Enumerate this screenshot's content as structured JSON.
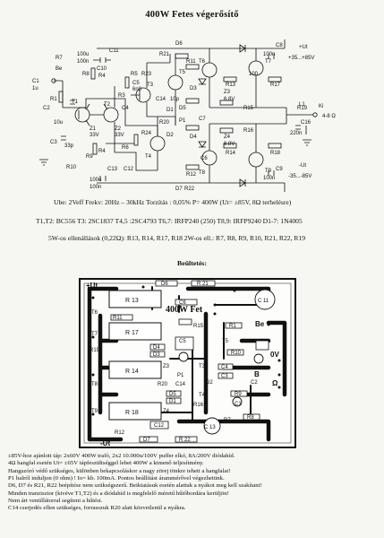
{
  "header": {
    "title": "400W Fetes végerősítő"
  },
  "schematic": {
    "labels": {
      "be": "Be",
      "c1": "C1",
      "c1v": "1u",
      "c2": "C2",
      "c2v": "10u",
      "r1": "R1",
      "c3": "C3",
      "c3v": "33p",
      "t1": "T1",
      "t2": "T2",
      "z1": "Z1",
      "z1v": "33V",
      "z2": "Z2",
      "z2v": "33V",
      "r4": "R4",
      "r4b": "R4",
      "r3": "R3",
      "r5": "R5",
      "r6": "R6",
      "c4": "C4",
      "c5": "C5",
      "c5v": "6n8",
      "c11": "C11",
      "c11v": "100u",
      "c10": "C10",
      "c10v": "100n",
      "c12": "C12",
      "c13": "C13",
      "c13v": "100n",
      "c12v": "100u",
      "t3": "T3",
      "t4": "T4",
      "t5": "T5",
      "t6": "T6",
      "t7": "T7",
      "t8": "T8",
      "t9": "T9",
      "p1": "P1",
      "c14": "C14",
      "c14v": "10p",
      "d1": "D1",
      "d2": "D2",
      "d3": "D3",
      "d4": "D4",
      "d5": "D5",
      "d6": "D6",
      "d7": "D7",
      "z3": "Z3",
      "z3v": "6.8V",
      "z4": "Z4",
      "z4v": "6.8V",
      "r7": "R7",
      "r8": "R8",
      "r9": "R9",
      "r10": "R10",
      "r11": "R11",
      "r12": "R12",
      "r13": "R13",
      "r14": "R14",
      "r15": "R15",
      "r16": "R16",
      "r17": "R17",
      "r18": "R18",
      "r19": "R19",
      "r20": "R20",
      "r21": "R21",
      "r22": "R22",
      "r23": "R23",
      "r24": "R24",
      "r100": "100",
      "c6": "C6",
      "c7": "C7",
      "c8": "C8",
      "c8v": "100n",
      "c9": "C9",
      "c9v": "100n",
      "l1": "L1",
      "c16": "C16",
      "c16v": "220n",
      "ki": "Ki",
      "ohm": "4-8 Ω",
      "ut_plus": "+Ut",
      "ut_plus_v": "+35...+85V",
      "ut_minus": "-Ut",
      "ut_minus_v": "-35...-85V"
    }
  },
  "specs": {
    "line1": "Ube: 2Veff     Frekv: 20Hz – 30kHz   Torzítás : 0,05%  P= 400W (Ut= ±85V,  8Ω  terhelésre)",
    "line2": "T1,T2: BC556   T3: 2SC1837   T4,5 :2SC4793   T6,7: IRFP240 (250)   T8,9: IRFP9240   D1-7: 1N4005",
    "line3": "5W-os ellenállások (0,22Ω): R13, R14, R17, R18     2W-os ell.: R7, R8, R9, R10, R21, R22, R19"
  },
  "layout_section": {
    "title": "Beültetés:",
    "board_title": "400W Fet",
    "labels": {
      "ut_plus": "+Ut",
      "ut_minus": "-Ut",
      "r13": "R 13",
      "r17": "R 17",
      "r14": "R 14",
      "r18": "R 18",
      "r21": "R 21",
      "r22": "R 22",
      "d6": "D6",
      "d4": "D4",
      "d5": "D5",
      "d3": "D3",
      "d1": "D1",
      "d2": "D2",
      "d7": "D7",
      "c6": "C6",
      "c11": "C 11",
      "c12": "C12",
      "c5": "C5",
      "c4": "C4",
      "c3": "C3",
      "c13": "C 13",
      "be": "Be",
      "r1": "R1",
      "r11": "R11",
      "r12": "R12",
      "r10": "R10",
      "r9": "R9",
      "r8": "R8",
      "r7": "R7",
      "r15": "R15",
      "r16": "R16",
      "r19": "R19",
      "r20": "R20",
      "t7": "T7",
      "t6": "T6",
      "t8": "T8",
      "t9": "T9",
      "t5": "T5",
      "t3": "T3",
      "t4": "T4",
      "z3": "Z3",
      "z4": "Z4",
      "p1": "P1",
      "c1": "C1",
      "c2": "C2",
      "c14": "C14",
      "zero_v": "0V",
      "b": "B",
      "ohm": "Ω"
    }
  },
  "notes": {
    "lines": [
      "±85V-hoz ajánlott táp: 2x60V 400W trafó, 2x2 10.000u/100V puffer elkó, 8A/200V diódahíd.",
      "4Ω  hangfal esetén Ut= ±65V tápfeszültséggel lehet 400W a kimenő teljesítmény.",
      "Hangszóró védő szükséges, különben bekapcsoláskor a nagy zörej tönkre teheti a hangfalat!",
      "P1 balról indulјon (0 ohm) !  Io= kb. 100mA. Pontos beállítást árammérővel végezhetünk.",
      "D6, D7 és R21, R22 beépítése nem szükségszerű. Beiktatásuk esetén alattuk a nyákot meg kell szakítani!",
      "Minden tranzisztor (kivéve T1,T2) és a diódahíd is megfelelő méretű hűtőbordára kerüljön!",
      "Nem árt ventillátorral segíteni a hűtést.",
      "C14 cserjedés ellen szükséges, forrasszuk R20 alatt közvetlenül a nyákra."
    ]
  }
}
